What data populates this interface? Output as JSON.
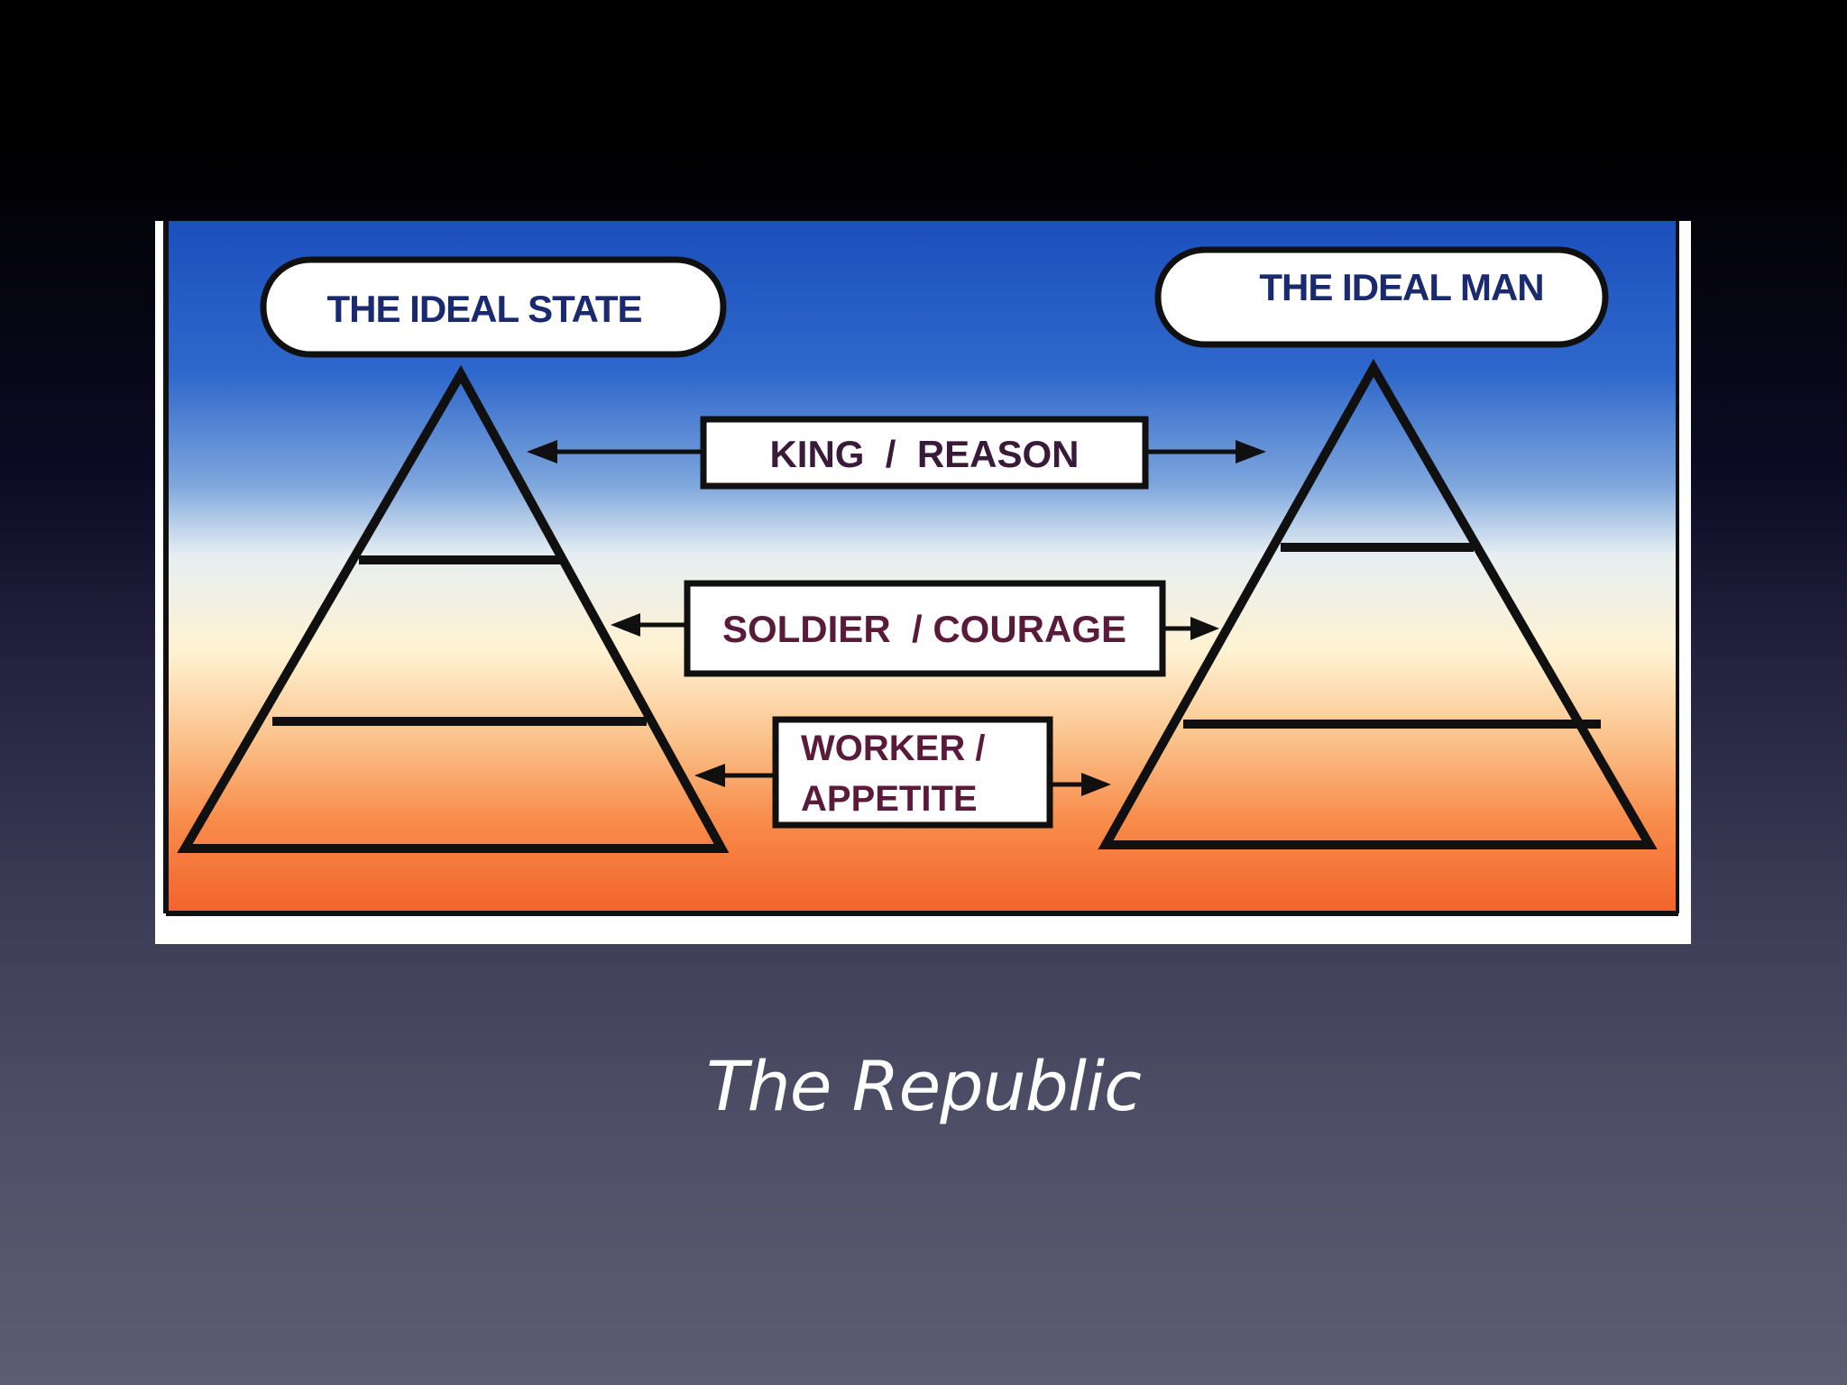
{
  "diagram": {
    "left_title": "THE IDEAL STATE",
    "right_title": "THE IDEAL MAN",
    "levels": [
      {
        "line1": "KING  /  REASON",
        "line2": ""
      },
      {
        "line1": "SOLDIER  / COURAGE",
        "line2": ""
      },
      {
        "line1": "WORKER /",
        "line2": "APPETITE"
      }
    ],
    "colors": {
      "sky_top": "#1f55c0",
      "sky_mid": "#5b8fd6",
      "band_light": "#fff3d6",
      "band_orange": "#f9a86a",
      "bottom_orange": "#f26a2a",
      "title_text": "#1a2a6e",
      "label_text": "#5a1a3a",
      "outline": "#101010"
    }
  },
  "slide": {
    "caption": "The Republic"
  }
}
